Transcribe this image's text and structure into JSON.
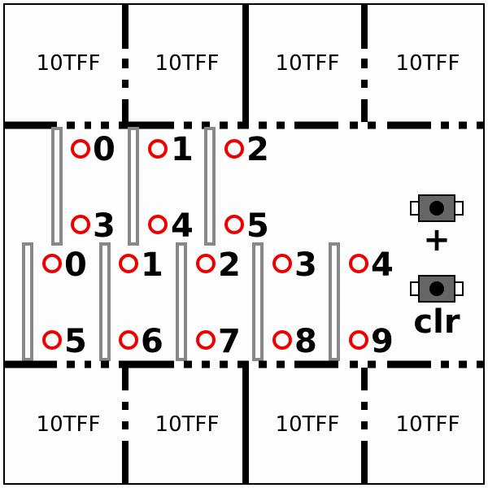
{
  "ff_modules": {
    "label": "10TFF",
    "top": [
      "10TFF",
      "10TFF",
      "10TFF",
      "10TFF"
    ],
    "bottom": [
      "10TFF",
      "10TFF",
      "10TFF",
      "10TFF"
    ]
  },
  "upper_group": {
    "top_row": [
      "0",
      "1",
      "2"
    ],
    "bottom_row": [
      "3",
      "4",
      "5"
    ]
  },
  "lower_group": {
    "top_row": [
      "0",
      "1",
      "2",
      "3",
      "4"
    ],
    "bottom_row": [
      "5",
      "6",
      "7",
      "8",
      "9"
    ]
  },
  "buttons": {
    "plus_label": "+",
    "clear_label": "clr"
  },
  "colors": {
    "pin": "#ee0000",
    "bar": "#888888",
    "line": "#000000",
    "button_body": "#666666"
  }
}
